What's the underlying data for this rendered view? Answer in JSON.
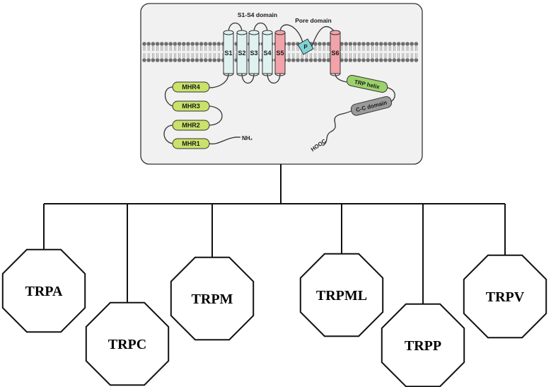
{
  "structure": {
    "domain_labels": {
      "s1_s4": "S1-S4 domain",
      "pore": "Pore domain"
    },
    "helices": [
      "S1",
      "S2",
      "S3",
      "S4",
      "S5",
      "S6"
    ],
    "pore_loop": "P",
    "trp_helix": "TRP helix",
    "cc_domain": "C-C domain",
    "mhr_domains": [
      "MHR4",
      "MHR3",
      "MHR2",
      "MHR1"
    ],
    "n_terminus": "NH₂",
    "c_terminus": "HOOC",
    "colors": {
      "vsd_helix": "#dff2ef",
      "pore_helix": "#f2a3aa",
      "pore_loop": "#7fd3d6",
      "trp_helix": "#9bd26b",
      "cc_domain": "#9a9a9a",
      "mhr": "#c9e26a",
      "panel_bg": "#f1f1f1"
    }
  },
  "families": [
    {
      "label": "TRPA"
    },
    {
      "label": "TRPC"
    },
    {
      "label": "TRPM"
    },
    {
      "label": "TRPML"
    },
    {
      "label": "TRPP"
    },
    {
      "label": "TRPV"
    }
  ]
}
